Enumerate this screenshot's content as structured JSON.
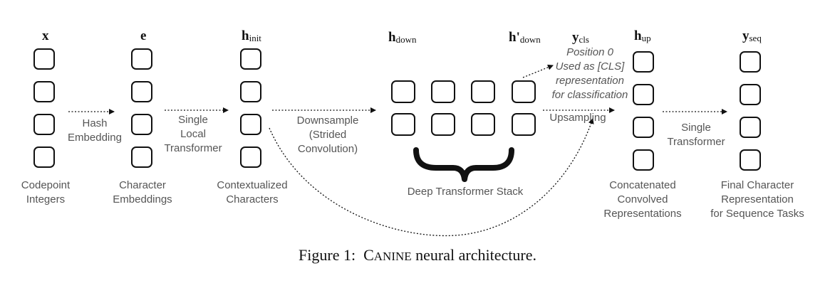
{
  "variables": {
    "x": {
      "main": "x",
      "sub": ""
    },
    "e": {
      "main": "e",
      "sub": ""
    },
    "h_init": {
      "main": "h",
      "sub": "init"
    },
    "h_down": {
      "main": "h",
      "sub": "down"
    },
    "h_down_prime": {
      "main": "h'",
      "sub": "down"
    },
    "y_cls": {
      "main": "y",
      "sub": "cls"
    },
    "h_up": {
      "main": "h",
      "sub": "up"
    },
    "y_seq": {
      "main": "y",
      "sub": "seq"
    }
  },
  "arrow_labels": {
    "hash_embedding": "Hash\nEmbedding",
    "single_local_transformer": "Single\nLocal\nTransformer",
    "downsample": "Downsample\n(Strided\nConvolution)",
    "upsampling": "Upsampling",
    "single_transformer": "Single\nTransformer",
    "cls_note": "Position 0\nUsed as [CLS]\nrepresentation\nfor classification"
  },
  "column_labels": {
    "codepoint": "Codepoint\nIntegers",
    "char_embeddings": "Character\nEmbeddings",
    "contextualized": "Contextualized\nCharacters",
    "deep_stack": "Deep Transformer Stack",
    "concatenated": "Concatenated\nConvolved\nRepresentations",
    "final": "Final Character\nRepresentation\nfor Sequence Tasks"
  },
  "caption": {
    "prefix": "Figure 1:",
    "name_big_c": "C",
    "name_rest": "ANINE",
    "suffix": "neural architecture."
  }
}
